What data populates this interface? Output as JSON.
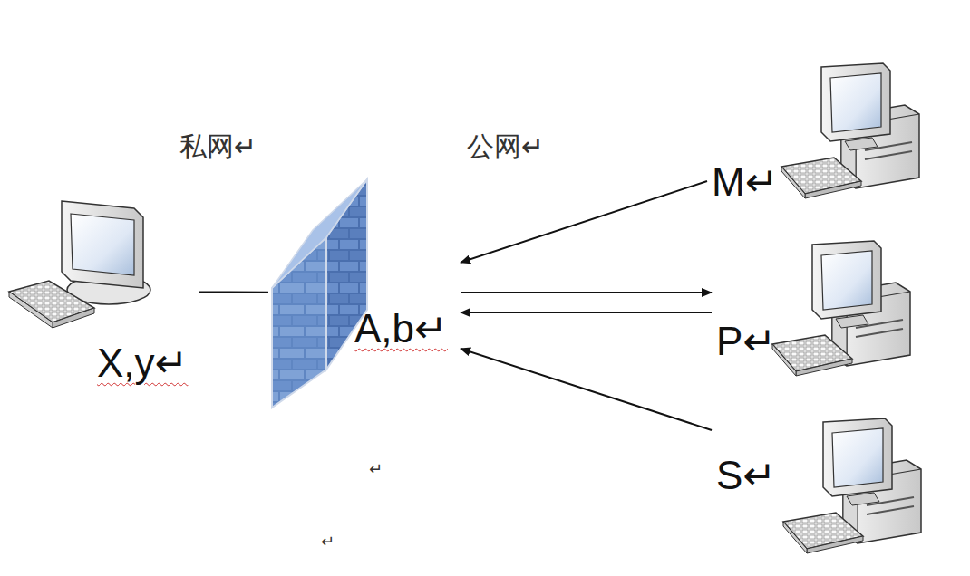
{
  "diagram": {
    "nodes": [
      {
        "text": [
          "X,y↵"
        ]
      },
      {
        "text": [
          "A,b↵"
        ]
      },
      {
        "text": [
          "M↵"
        ]
      },
      {
        "text": [
          "P↵"
        ]
      },
      {
        "text": [
          "S↵"
        ]
      }
    ],
    "edges": [
      {
        "from": 0,
        "to": 1,
        "arrow": "none"
      },
      {
        "from": 1,
        "to": 3,
        "arrow": "to"
      },
      {
        "from": 3,
        "to": 1,
        "arrow": "to"
      },
      {
        "from": 2,
        "to": 1,
        "arrow": "to"
      },
      {
        "from": 4,
        "to": 1,
        "arrow": "to"
      }
    ],
    "labels": [
      "私网↵",
      "公网↵",
      "↵",
      "↵"
    ]
  }
}
